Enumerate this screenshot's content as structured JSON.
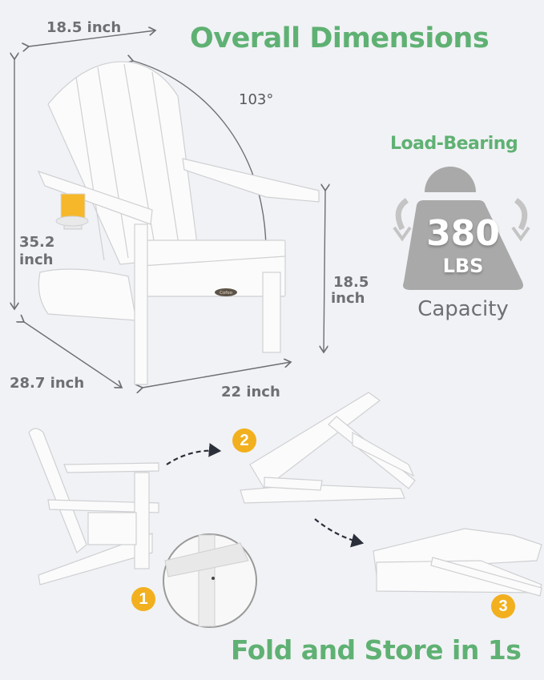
{
  "header": {
    "title": "Overall Dimensions"
  },
  "dimensions": {
    "backrest_width": "18.5 inch",
    "recline_angle": "103°",
    "total_height_value": "35.2",
    "total_height_unit": "inch",
    "seat_height_value": "18.5",
    "seat_height_unit": "inch",
    "depth": "28.7 inch",
    "width": "22 inch"
  },
  "load_bearing": {
    "title": "Load-Bearing",
    "value": "380",
    "unit": "LBS",
    "caption": "Capacity"
  },
  "product": {
    "brand_plate": "Cofoo"
  },
  "fold_steps": [
    {
      "number": "1"
    },
    {
      "number": "2"
    },
    {
      "number": "3"
    }
  ],
  "footer": {
    "title": "Fold and Store in 1s"
  },
  "colors": {
    "accent_green": "#5fb173",
    "step_badge": "#f2b01e",
    "weight_gray": "#a9a9a9",
    "dimension_text": "#6d6f72",
    "background": "#f1f2f5"
  }
}
